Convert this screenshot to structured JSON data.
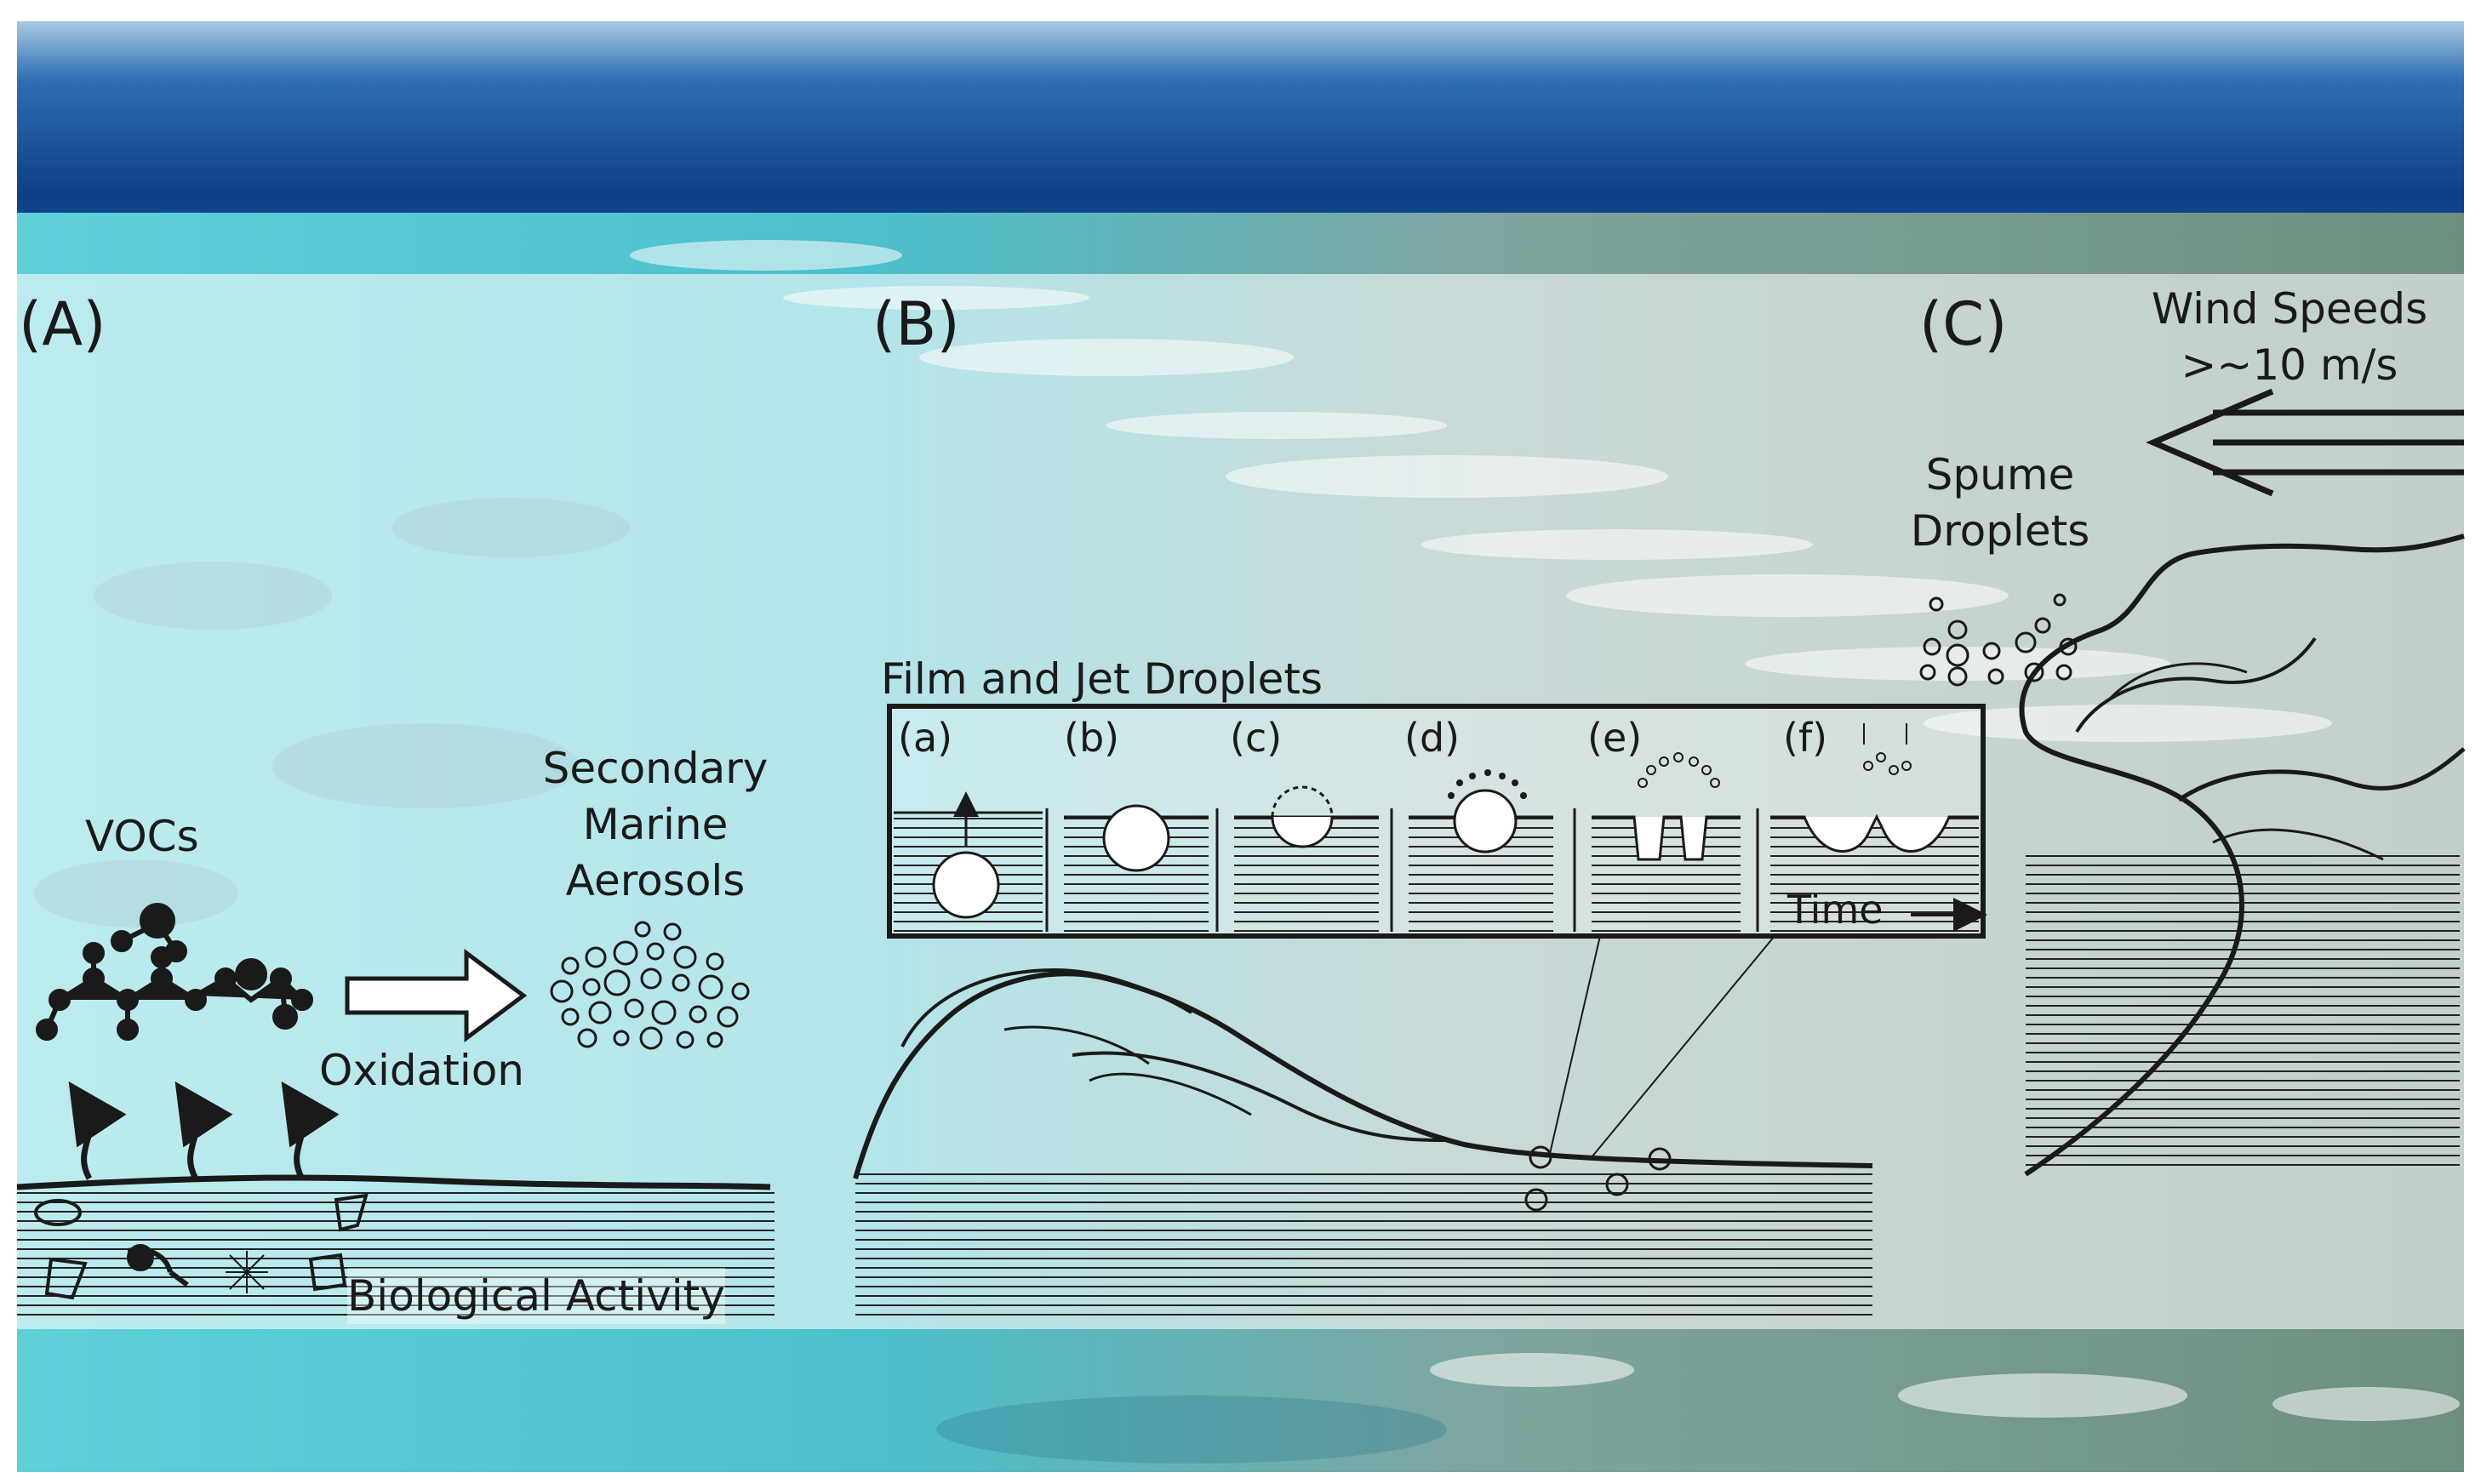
{
  "panels": {
    "a": {
      "label": "(A)",
      "vocs": "VOCs",
      "secondary_line1": "Secondary",
      "secondary_line2": "Marine",
      "secondary_line3": "Aerosols",
      "oxidation": "Oxidation",
      "biological": "Biological Activity"
    },
    "b": {
      "label": "(B)",
      "inset_title": "Film and Jet Droplets",
      "stages": [
        "(a)",
        "(b)",
        "(c)",
        "(d)",
        "(e)",
        "(f)"
      ],
      "time": "Time"
    },
    "c": {
      "label": "(C)",
      "wind_line1": "Wind Speeds",
      "wind_line2": ">~10 m/s",
      "spume_line1": "Spume",
      "spume_line2": "Droplets"
    }
  },
  "colors": {
    "deep_ocean": "#0d3f86",
    "lagoon": "#58c6d2",
    "ink": "#1a1a1a",
    "overlay": "#ffffff"
  }
}
